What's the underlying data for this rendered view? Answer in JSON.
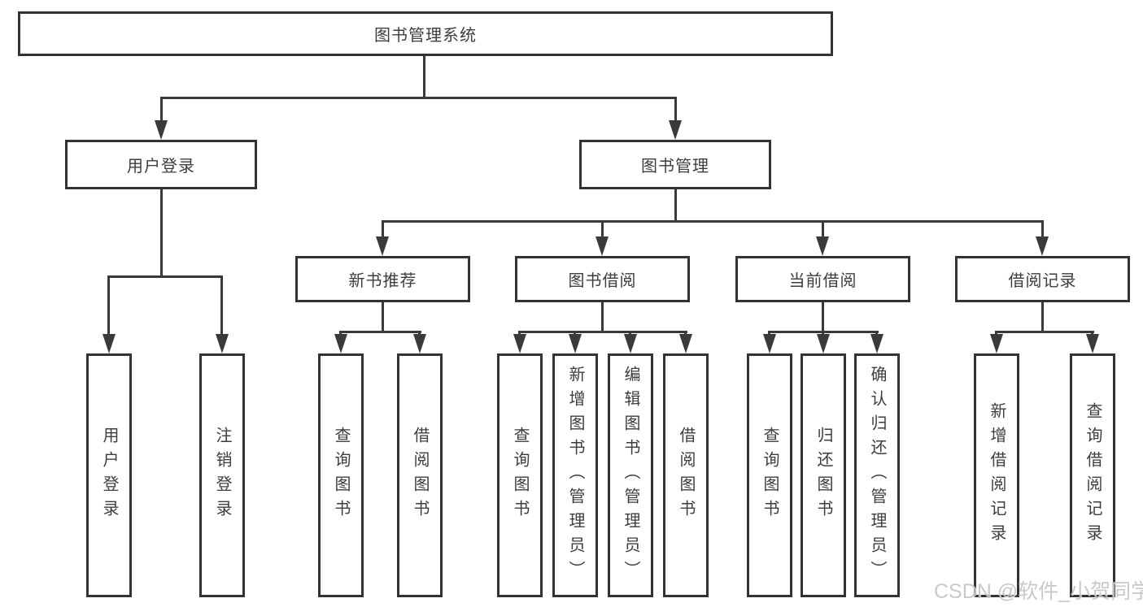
{
  "diagram": {
    "title": "图书管理系统",
    "tree": {
      "label": "图书管理系统",
      "children": [
        {
          "label": "用户登录",
          "children": [
            {
              "label": "用户登录"
            },
            {
              "label": "注销登录"
            }
          ]
        },
        {
          "label": "图书管理",
          "children": [
            {
              "label": "新书推荐",
              "children": [
                {
                  "label": "查询图书"
                },
                {
                  "label": "借阅图书"
                }
              ]
            },
            {
              "label": "图书借阅",
              "children": [
                {
                  "label": "查询图书"
                },
                {
                  "label": "新增图书（管理员）"
                },
                {
                  "label": "编辑图书（管理员）"
                },
                {
                  "label": "借阅图书"
                }
              ]
            },
            {
              "label": "当前借阅",
              "children": [
                {
                  "label": "查询图书"
                },
                {
                  "label": "归还图书"
                },
                {
                  "label": "确认归还（管理员）"
                }
              ]
            },
            {
              "label": "借阅记录",
              "children": [
                {
                  "label": "新增借阅记录"
                },
                {
                  "label": "查询借阅记录"
                }
              ]
            }
          ]
        }
      ]
    }
  },
  "watermark": {
    "text": "CSDN @软件_小贺同学"
  },
  "colors": {
    "line": "#3a3a3a",
    "border": "#333333",
    "text": "#3d3d3d",
    "background": "#ffffff",
    "box_background": "#ffffff",
    "watermark": "#c4c4c4"
  }
}
